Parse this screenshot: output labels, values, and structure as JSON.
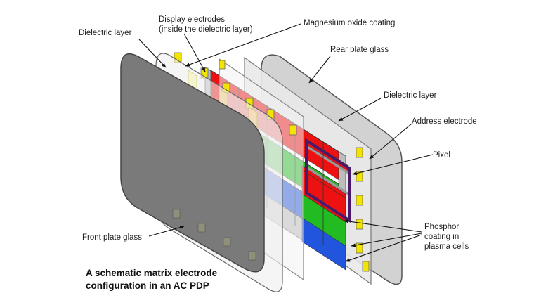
{
  "labels": {
    "dielectric_layer_front": "Dielectric layer",
    "display_electrodes_line1": "Display electrodes",
    "display_electrodes_line2": "(inside the dielectric layer)",
    "magnesium_oxide": "Magnesium oxide coating",
    "rear_plate_glass": "Rear plate glass",
    "dielectric_layer_rear": "Dielectric layer",
    "address_electrode": "Address electrode",
    "pixel": "Pixel",
    "front_plate_glass": "Front plate glass",
    "phosphor_line1": "Phosphor",
    "phosphor_line2": "coating in",
    "phosphor_line3": "plasma cells"
  },
  "caption": {
    "line1": "A schematic matrix electrode",
    "line2": "configuration in an AC PDP"
  },
  "colors": {
    "phosphor_red": "#ee1111",
    "phosphor_green": "#22bb22",
    "phosphor_blue": "#2255dd",
    "electrode_yellow": "#f2e400",
    "pixel_outline": "#4a1a6a",
    "front_glass": "#7a7a7a",
    "rear_glass": "#cfcfcf"
  }
}
